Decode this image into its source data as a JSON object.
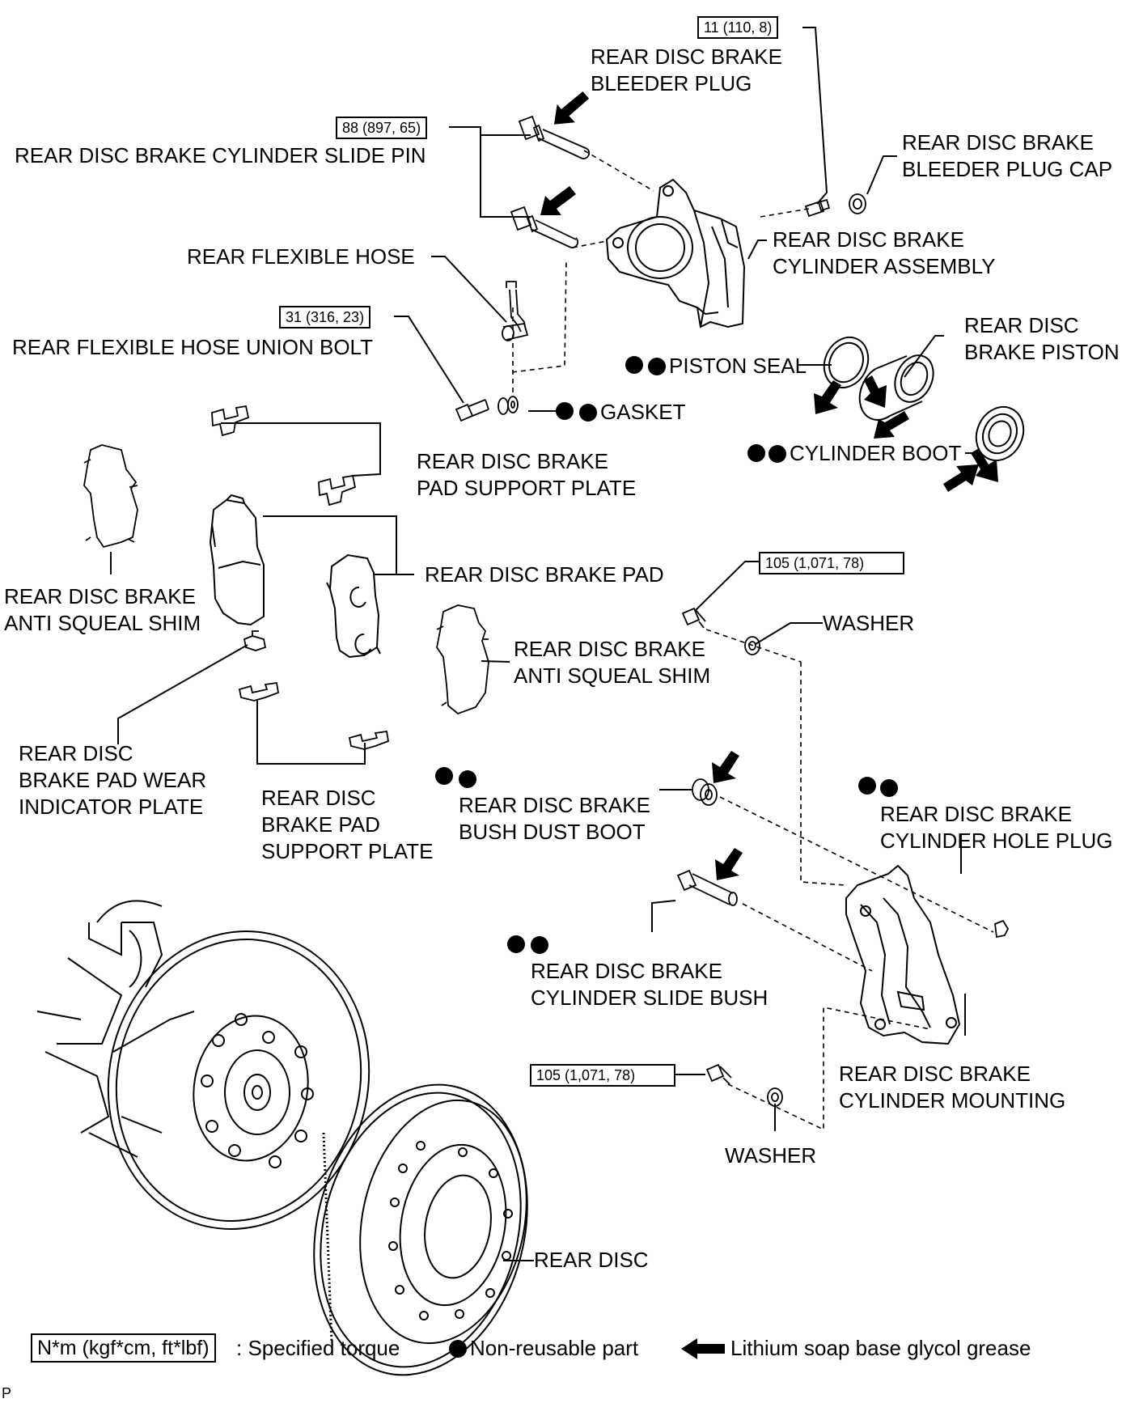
{
  "torque": {
    "bleeder": "11 (110, 8)",
    "slide_pin": "88 (897, 65)",
    "union_bolt": "31 (316, 23)",
    "mount_bolt_upper": "105 (1,071, 78)",
    "mount_bolt_lower": "105 (1,071, 78)"
  },
  "labels": {
    "bleeder_plug": [
      "REAR DISC BRAKE",
      "BLEEDER PLUG"
    ],
    "slide_pin": "REAR DISC BRAKE CYLINDER SLIDE PIN",
    "bleeder_cap": [
      "REAR DISC BRAKE",
      "BLEEDER PLUG CAP"
    ],
    "flex_hose": "REAR FLEXIBLE HOSE",
    "cyl_assembly": [
      "REAR DISC BRAKE",
      "CYLINDER ASSEMBLY"
    ],
    "union_bolt": "REAR FLEXIBLE HOSE UNION BOLT",
    "piston": [
      "REAR DISC",
      "BRAKE PISTON"
    ],
    "piston_seal": "PISTON SEAL",
    "gasket": "GASKET",
    "cyl_boot": "CYLINDER BOOT",
    "pad_support_top": [
      "REAR DISC BRAKE",
      "PAD SUPPORT PLATE"
    ],
    "pad": "REAR DISC BRAKE PAD",
    "shim_left": [
      "REAR DISC BRAKE",
      "ANTI SQUEAL SHIM"
    ],
    "washer_upper": "WASHER",
    "shim_right": [
      "REAR DISC BRAKE",
      "ANTI SQUEAL SHIM"
    ],
    "wear_indicator": [
      "REAR DISC",
      "BRAKE PAD WEAR",
      "INDICATOR PLATE"
    ],
    "bush_boot": [
      "REAR DISC BRAKE",
      "BUSH DUST BOOT"
    ],
    "hole_plug": [
      "REAR DISC BRAKE",
      "CYLINDER HOLE PLUG"
    ],
    "pad_support_bottom": [
      "REAR DISC",
      "BRAKE PAD",
      "SUPPORT PLATE"
    ],
    "slide_bush": [
      "REAR DISC BRAKE",
      "CYLINDER SLIDE BUSH"
    ],
    "mounting": [
      "REAR DISC BRAKE",
      "CYLINDER MOUNTING"
    ],
    "washer_lower": "WASHER",
    "rear_disc": "REAR DISC"
  },
  "legend": {
    "torque_unit": "N*m (kgf*cm, ft*lbf)",
    "torque_text": ": Specified torque",
    "nonreusable": "Non-reusable part",
    "grease": "Lithium soap base glycol grease"
  },
  "page_ref": "P"
}
